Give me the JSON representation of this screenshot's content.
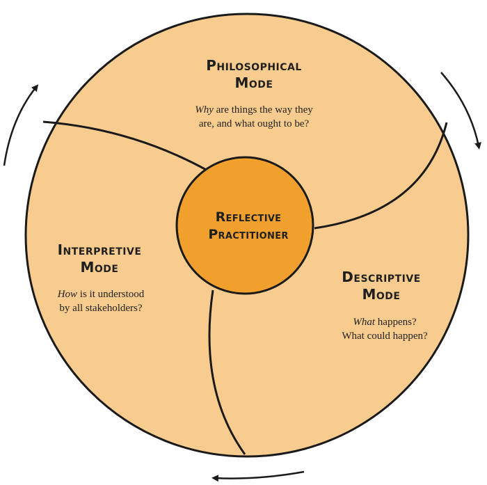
{
  "colors": {
    "outer_fill": "#F8CC8E",
    "center_fill": "#F2A02D",
    "stroke": "#1a1a1a"
  },
  "center": {
    "line1": "Reflective",
    "line2": "Practitioner"
  },
  "modes": {
    "philosophical": {
      "title_line1": "Philosophical",
      "title_line2": "Mode",
      "q1_em": "Why",
      "q1_rest": " are things the way they",
      "q2": "are, and what ought to be?"
    },
    "interpretive": {
      "title_line1": "Interpretive",
      "title_line2": "Mode",
      "q1_em": "How",
      "q1_rest": " is it understood",
      "q2": "by all stakeholders?"
    },
    "descriptive": {
      "title_line1": "Descriptive",
      "title_line2": "Mode",
      "q1_em": "What",
      "q1_rest": " happens?",
      "q2": "What could happen?"
    }
  },
  "arrows": {
    "direction": "clockwise",
    "icon": "cycle-arrow-icon"
  }
}
